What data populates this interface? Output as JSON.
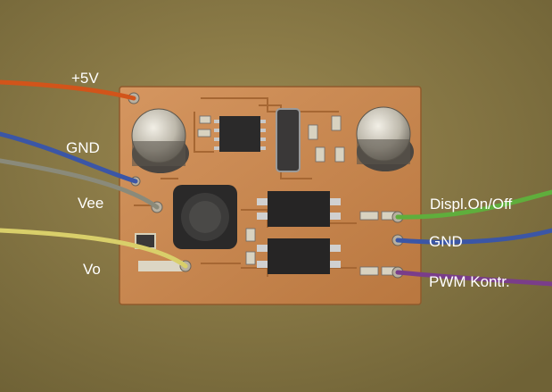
{
  "labels": {
    "plus5v": "+5V",
    "gnd_left": "GND",
    "vee": "Vee",
    "vo": "Vo",
    "displ_onoff": "Displ.On/Off",
    "gnd_right": "GND",
    "pwm_kontr": "PWM Kontr."
  },
  "colors": {
    "background": "#8a7a45",
    "board": "#c98a4e",
    "wire_red": "#d2541a",
    "wire_blue": "#3b56a6",
    "wire_grey": "#8a8a7a",
    "wire_yellow": "#d9cf6a",
    "wire_green": "#5fae3c",
    "wire_purple": "#7a3d8a"
  }
}
